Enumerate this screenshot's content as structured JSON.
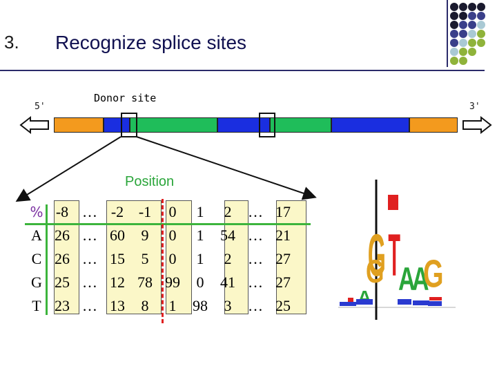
{
  "slide": {
    "number": "3.",
    "title": "Recognize splice sites",
    "end5": "5'",
    "end3": "3'",
    "donor_label": "Donor site",
    "position_label": "Position",
    "percent_label": "%"
  },
  "colors": {
    "exon_orange": "#f39a1e",
    "exon_blue": "#1a2ee0",
    "intron_green": "#1fbd5a",
    "rule_navy": "#2a2a6a",
    "table_bg": "#fbf7c8",
    "green_rule": "#3cb43c",
    "red_rule": "#e02020"
  },
  "decor_dots": {
    "colors": [
      "#1a1a2e",
      "#3a3f8a",
      "#a9c9d4",
      "#8fb33a"
    ]
  },
  "pwm": {
    "positions": [
      "-8",
      "…",
      "-2",
      "-1",
      "0",
      "1",
      "2",
      "…",
      "17"
    ],
    "rows": [
      {
        "base": "A",
        "values": [
          "26",
          "…",
          "60",
          "9",
          "0",
          "1",
          "54",
          "…",
          "21"
        ]
      },
      {
        "base": "C",
        "values": [
          "26",
          "…",
          "15",
          "5",
          "0",
          "1",
          "2",
          "…",
          "27"
        ]
      },
      {
        "base": "G",
        "values": [
          "25",
          "…",
          "12",
          "78",
          "99",
          "0",
          "41",
          "…",
          "27"
        ]
      },
      {
        "base": "T",
        "values": [
          "23",
          "…",
          "13",
          "8",
          "1",
          "98",
          "3",
          "…",
          "25"
        ]
      }
    ]
  },
  "logo": {
    "big_letters": [
      "G",
      "T"
    ],
    "small_letters": [
      "A",
      "G",
      "A",
      "A",
      "G"
    ]
  }
}
